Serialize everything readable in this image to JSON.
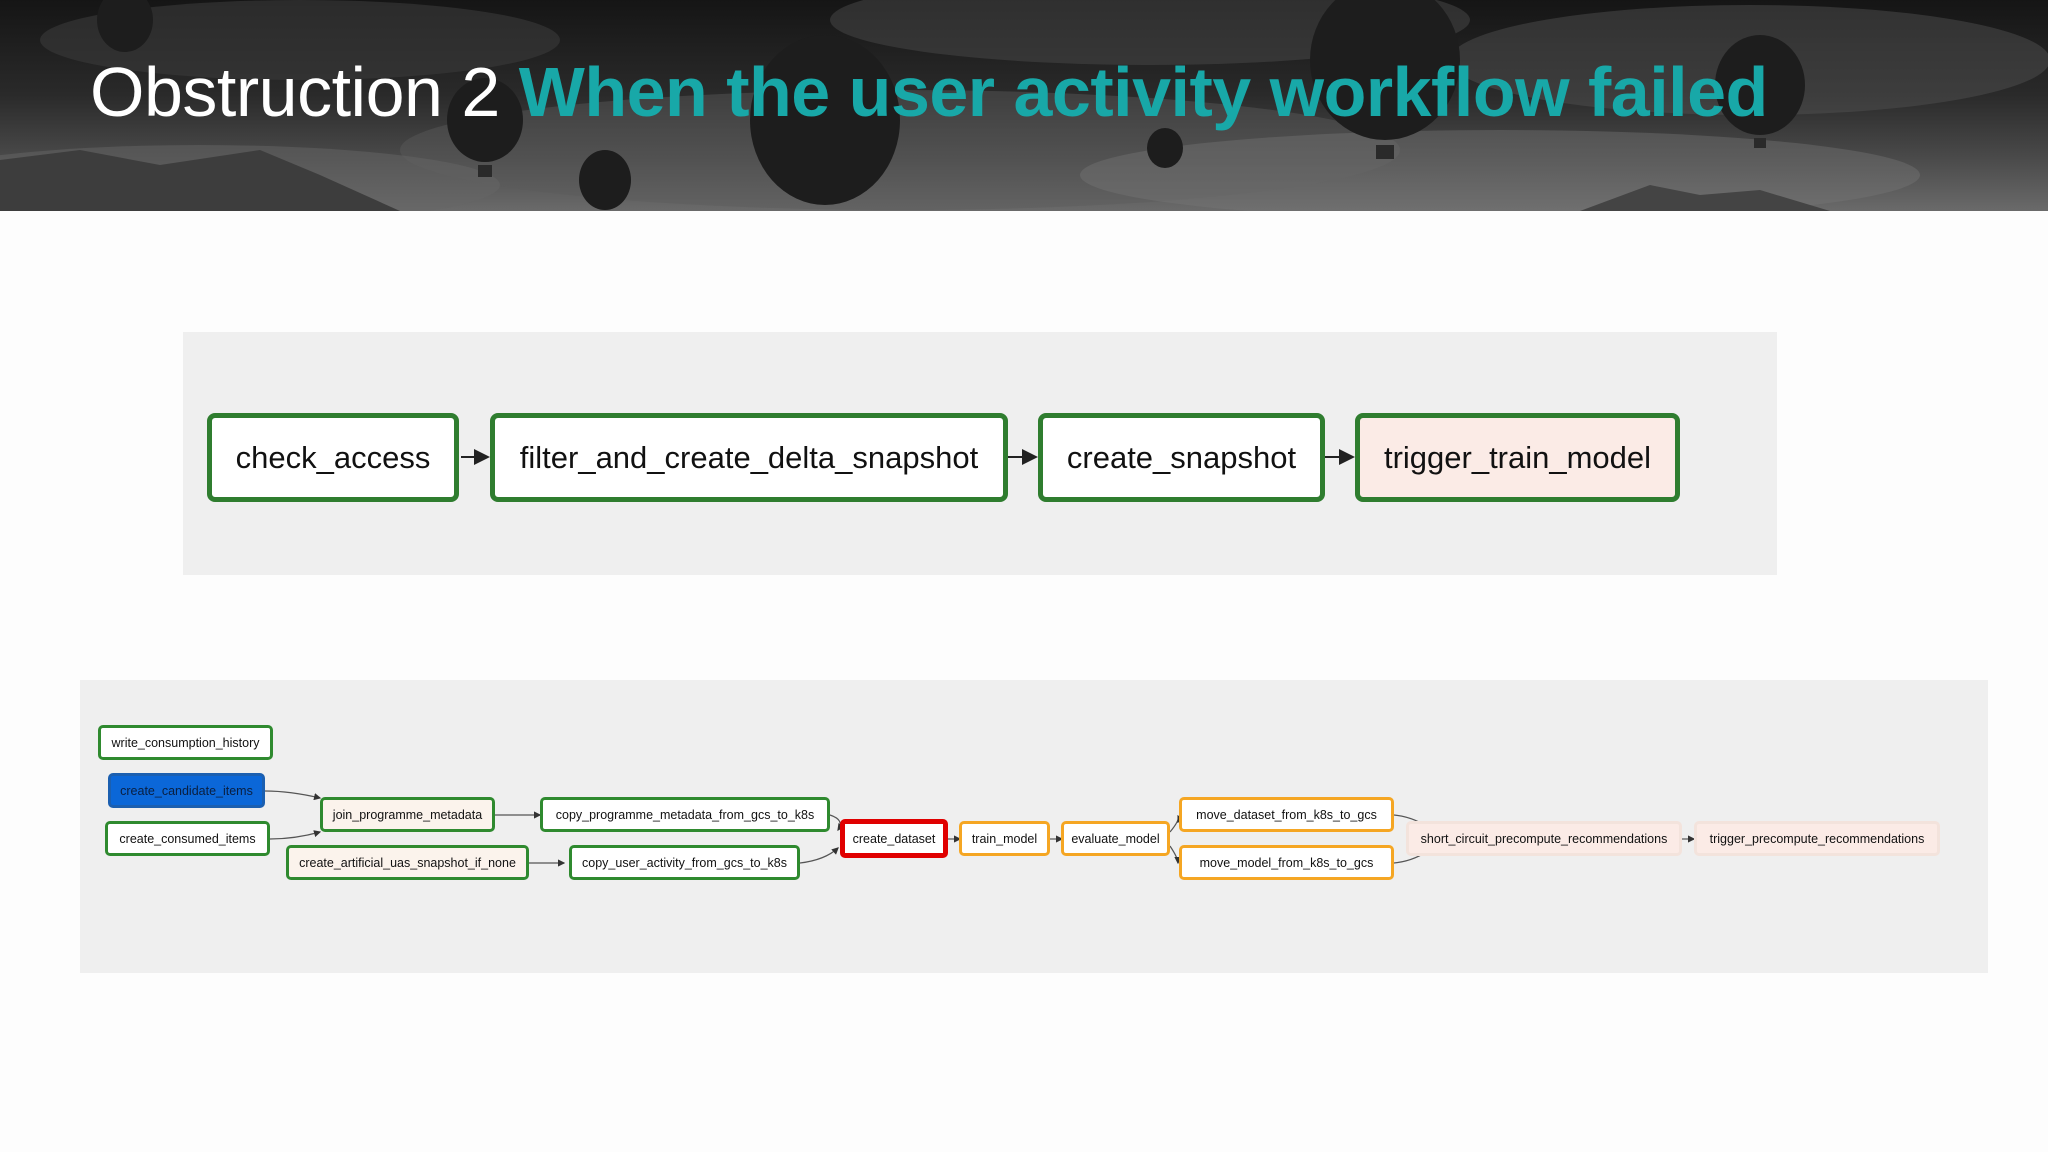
{
  "header": {
    "title_prefix": "Obstruction 2",
    "title_highlight": "When the user activity workflow failed",
    "accent_color": "#18a8a8"
  },
  "top_dag": {
    "nodes": [
      {
        "id": "check_access",
        "label": "check_access",
        "state": "success"
      },
      {
        "id": "filter_and_create_delta_snapshot",
        "label": "filter_and_create_delta_snapshot",
        "state": "success"
      },
      {
        "id": "create_snapshot",
        "label": "create_snapshot",
        "state": "success"
      },
      {
        "id": "trigger_train_model",
        "label": "trigger_train_model",
        "state": "success"
      }
    ],
    "edges": [
      [
        "check_access",
        "filter_and_create_delta_snapshot"
      ],
      [
        "filter_and_create_delta_snapshot",
        "create_snapshot"
      ],
      [
        "create_snapshot",
        "trigger_train_model"
      ]
    ]
  },
  "bottom_dag": {
    "nodes": [
      {
        "id": "write_consumption_history",
        "label": "write_consumption_history",
        "state": "success"
      },
      {
        "id": "create_candidate_items",
        "label": "create_candidate_items",
        "state": "running"
      },
      {
        "id": "create_consumed_items",
        "label": "create_consumed_items",
        "state": "success"
      },
      {
        "id": "join_programme_metadata",
        "label": "join_programme_metadata",
        "state": "success"
      },
      {
        "id": "create_artificial_uas_snapshot_if_none",
        "label": "create_artificial_uas_snapshot_if_none",
        "state": "success"
      },
      {
        "id": "copy_programme_metadata_from_gcs_to_k8s",
        "label": "copy_programme_metadata_from_gcs_to_k8s",
        "state": "success"
      },
      {
        "id": "copy_user_activity_from_gcs_to_k8s",
        "label": "copy_user_activity_from_gcs_to_k8s",
        "state": "success"
      },
      {
        "id": "create_dataset",
        "label": "create_dataset",
        "state": "failed"
      },
      {
        "id": "train_model",
        "label": "train_model",
        "state": "upstream_failed"
      },
      {
        "id": "evaluate_model",
        "label": "evaluate_model",
        "state": "upstream_failed"
      },
      {
        "id": "move_dataset_from_k8s_to_gcs",
        "label": "move_dataset_from_k8s_to_gcs",
        "state": "upstream_failed"
      },
      {
        "id": "move_model_from_k8s_to_gcs",
        "label": "move_model_from_k8s_to_gcs",
        "state": "upstream_failed"
      },
      {
        "id": "short_circuit_precompute_recommendations",
        "label": "short_circuit_precompute_recommendations",
        "state": "skipped"
      },
      {
        "id": "trigger_precompute_recommendations",
        "label": "trigger_precompute_recommendations",
        "state": "skipped"
      }
    ],
    "edges": [
      [
        "create_candidate_items",
        "join_programme_metadata"
      ],
      [
        "create_consumed_items",
        "join_programme_metadata"
      ],
      [
        "join_programme_metadata",
        "copy_programme_metadata_from_gcs_to_k8s"
      ],
      [
        "create_artificial_uas_snapshot_if_none",
        "copy_user_activity_from_gcs_to_k8s"
      ],
      [
        "copy_programme_metadata_from_gcs_to_k8s",
        "create_dataset"
      ],
      [
        "copy_user_activity_from_gcs_to_k8s",
        "create_dataset"
      ],
      [
        "create_dataset",
        "train_model"
      ],
      [
        "train_model",
        "evaluate_model"
      ],
      [
        "evaluate_model",
        "move_dataset_from_k8s_to_gcs"
      ],
      [
        "evaluate_model",
        "move_model_from_k8s_to_gcs"
      ],
      [
        "move_dataset_from_k8s_to_gcs",
        "short_circuit_precompute_recommendations"
      ],
      [
        "move_model_from_k8s_to_gcs",
        "short_circuit_precompute_recommendations"
      ],
      [
        "short_circuit_precompute_recommendations",
        "trigger_precompute_recommendations"
      ]
    ]
  },
  "state_colors": {
    "success": "#2f8a2f",
    "running": "#0b67d8",
    "failed": "#e00000",
    "upstream_failed": "#f5a623",
    "skipped": "#fbebe6"
  }
}
